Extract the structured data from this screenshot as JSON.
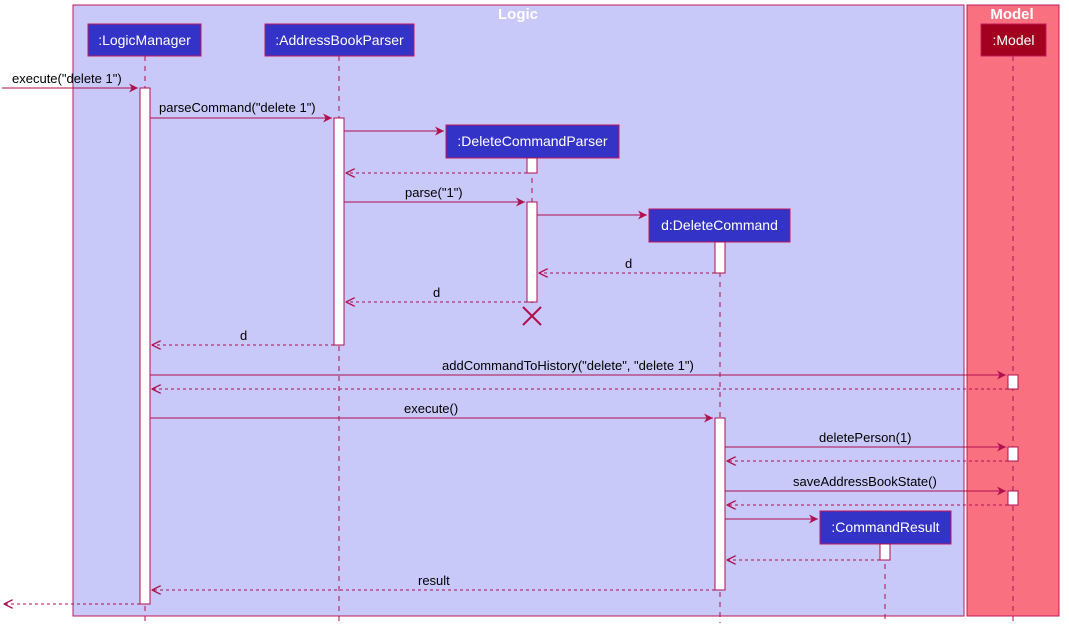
{
  "colors": {
    "logic_bg": "#c8c8f9",
    "model_bg": "#f97181",
    "border": "#c2185b",
    "arrow": "#b0104e",
    "logic_participant_fill": "#3333c8",
    "model_participant_fill": "#a3001f",
    "participant_text": "#ffffff",
    "title_text": "#ffffff"
  },
  "packages": {
    "logic": {
      "title": "Logic"
    },
    "model": {
      "title": "Model"
    }
  },
  "participants": {
    "logic_manager": ":LogicManager",
    "address_book_parser": ":AddressBookParser",
    "delete_command_parser": ":DeleteCommandParser",
    "delete_command": "d:DeleteCommand",
    "command_result": ":CommandResult",
    "model": ":Model"
  },
  "messages": {
    "execute_delete": "execute(\"delete 1\")",
    "parse_command": "parseCommand(\"delete 1\")",
    "parse_1": "parse(\"1\")",
    "return_d_1": "d",
    "return_d_2": "d",
    "return_d_3": "d",
    "add_command_to_history": "addCommandToHistory(\"delete\", \"delete 1\")",
    "execute": "execute()",
    "delete_person": "deletePerson(1)",
    "save_address_book_state": "saveAddressBookState()",
    "result": "result"
  }
}
